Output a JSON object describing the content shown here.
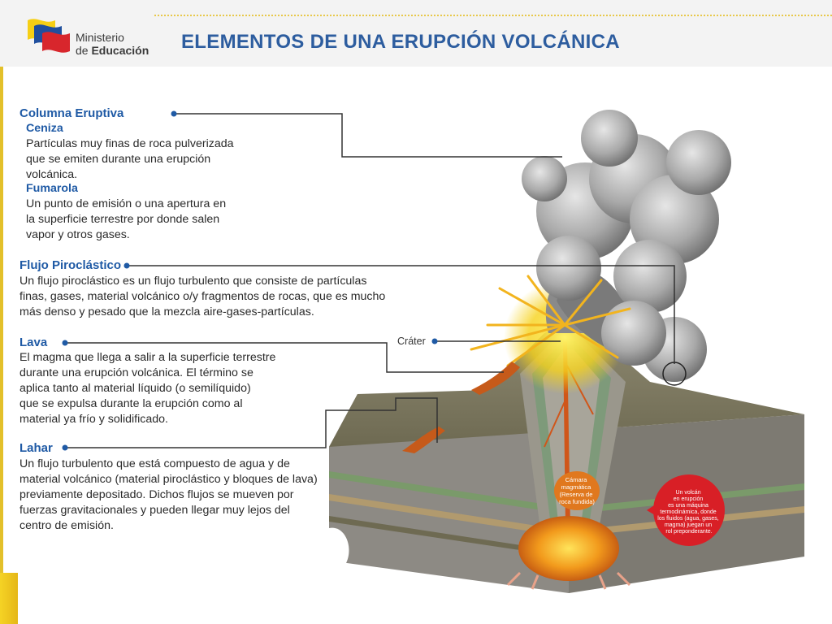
{
  "header": {
    "logo_line1": "Ministerio",
    "logo_line2_prefix": "de ",
    "logo_line2_bold": "Educación",
    "title": "ELEMENTOS DE UNA ERUPCIÓN VOLCÁNICA"
  },
  "sections": {
    "columna": {
      "heading": "Columna Eruptiva",
      "ceniza_title": "Ceniza",
      "ceniza_lines": [
        "Partículas muy finas de roca pulverizada",
        "que se emiten durante una erupción",
        "volcánica."
      ],
      "fumarola_title": "Fumarola",
      "fumarola_lines": [
        "Un punto de emisión o una apertura en",
        "la superficie terrestre por donde salen",
        "vapor y otros gases."
      ]
    },
    "flujo": {
      "heading": "Flujo Piroclástico",
      "lines": [
        "Un flujo piroclástico es un flujo turbulento que consiste de partículas",
        "finas, gases, material volcánico o/y fragmentos de rocas, que es mucho",
        "más denso y pesado que la mezcla aire-gases-partículas."
      ]
    },
    "lava": {
      "heading": "Lava",
      "lines": [
        "El magma que llega a salir a la superficie terrestre",
        "durante una erupción volcánica. El término se",
        "aplica tanto al material líquido (o semilíquido)",
        "que se expulsa durante la erupción como al",
        "material ya frío y solidificado."
      ]
    },
    "lahar": {
      "heading": "Lahar",
      "lines": [
        "Un flujo turbulento que está compuesto de agua y de",
        "material volcánico (material piroclástico y bloques de lava)",
        "previamente depositado. Dichos flujos se mueven por",
        "fuerzas gravitacionales y pueden llegar muy lejos del",
        "centro de emisión."
      ]
    }
  },
  "diagram": {
    "crater_label": "Cráter",
    "camara_lines": [
      "Cámara",
      "magmática",
      "(Reserva de",
      "roca fundida)"
    ],
    "note_lines": [
      "Un volcán",
      "en erupción",
      "es una máquina",
      "termodinámica, donde",
      "los fluidos (agua, gases,",
      "magma) juegan un",
      "rol preponderante."
    ]
  },
  "colors": {
    "title_blue": "#2d5d9f",
    "heading_blue": "#1f5aa5",
    "accent_yellow": "#f0d020",
    "camara_orange": "#e0781e",
    "note_red": "#d81f26"
  }
}
